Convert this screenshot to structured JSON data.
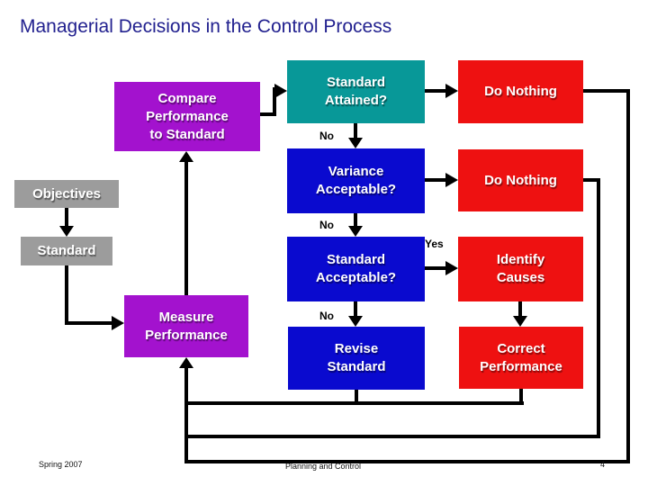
{
  "title": "Managerial Decisions in the Control Process",
  "diagram": {
    "boxes": {
      "compare": {
        "label": "Compare\nPerformance\nto Standard",
        "color": "#A312CE"
      },
      "standard_attained": {
        "label": "Standard\nAttained?",
        "color": "#089898"
      },
      "do_nothing_top": {
        "label": "Do Nothing",
        "color": "#EE1111"
      },
      "variance_acceptable": {
        "label": "Variance\nAcceptable?",
        "color": "#0A0ACF"
      },
      "do_nothing_mid": {
        "label": "Do Nothing",
        "color": "#EE1111"
      },
      "objectives": {
        "label": "Objectives",
        "color": "#9C9C9C"
      },
      "standard": {
        "label": "Standard",
        "color": "#9C9C9C"
      },
      "standard_acceptable": {
        "label": "Standard\nAcceptable?",
        "color": "#0A0ACF"
      },
      "identify_causes": {
        "label": "Identify\nCauses",
        "color": "#EE1111"
      },
      "measure": {
        "label": "Measure\nPerformance",
        "color": "#A312CE"
      },
      "revise_standard": {
        "label": "Revise\nStandard",
        "color": "#0A0ACF"
      },
      "correct_performance": {
        "label": "Correct\nPerformance",
        "color": "#EE1111"
      }
    },
    "edge_labels": {
      "no_attained": "No",
      "no_variance": "No",
      "no_standard": "No",
      "yes": "Yes"
    }
  },
  "footer": {
    "left": "Spring 2007",
    "center": "Planning and Control",
    "page": "4"
  },
  "colors": {
    "title": "#22218F",
    "connector": "#000000",
    "background": "#FFFFFF"
  }
}
